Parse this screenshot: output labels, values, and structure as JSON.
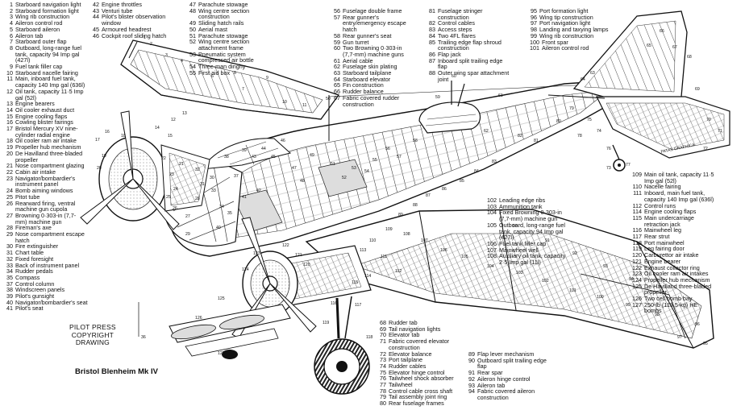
{
  "title": "Bristol Blenheim Mk IV",
  "credit": [
    "PILOT PRESS",
    "COPYRIGHT",
    "DRAWING"
  ],
  "legend_columns": [
    {
      "id": "col1",
      "items": [
        {
          "n": "1",
          "t": "Starboard navigation light"
        },
        {
          "n": "2",
          "t": "Starboard formation light"
        },
        {
          "n": "3",
          "t": "Wing rib construction"
        },
        {
          "n": "4",
          "t": "Aileron control rod"
        },
        {
          "n": "5",
          "t": "Starboard aileron"
        },
        {
          "n": "6",
          "t": "Aileron tab"
        },
        {
          "n": "7",
          "t": "Starboard outer flap"
        },
        {
          "n": "8",
          "t": "Outboard, long-range fuel\ntank, capacity 94 Imp gal\n(427l)"
        },
        {
          "n": "9",
          "t": "Fuel tank filler cap"
        },
        {
          "n": "10",
          "t": "Starboard nacelle fairing"
        },
        {
          "n": "11",
          "t": "Main, inboard fuel tank,\ncapacity 140 Imp gal (636l)"
        },
        {
          "n": "12",
          "t": "Oil tank, capacity 11·5 Imp\ngal (52l)"
        },
        {
          "n": "13",
          "t": "Engine bearers"
        },
        {
          "n": "14",
          "t": "Oil cooler exhaust duct"
        },
        {
          "n": "15",
          "t": "Engine cooling flaps"
        },
        {
          "n": "16",
          "t": "Cowling blister fairings"
        },
        {
          "n": "17",
          "t": "Bristol Mercury XV nine-\ncylinder radial engine"
        },
        {
          "n": "18",
          "t": "Oil cooler ram air intake"
        },
        {
          "n": "19",
          "t": "Propeller hub mechanism"
        },
        {
          "n": "20",
          "t": "De Havilland three-bladed\npropeller"
        },
        {
          "n": "21",
          "t": "Nose compartment glazing"
        },
        {
          "n": "22",
          "t": "Cabin air intake"
        },
        {
          "n": "23",
          "t": "Navigator/bombardier's\ninstrument panel"
        },
        {
          "n": "24",
          "t": "Bomb aiming windows"
        },
        {
          "n": "25",
          "t": "Pitot tube"
        },
        {
          "n": "26",
          "t": "Rearward firing, ventral\nmachine gun cupola"
        },
        {
          "n": "27",
          "t": "Browning 0·303-in (7,7-\nmm) machine gun"
        },
        {
          "n": "28",
          "t": "Fireman's axe"
        },
        {
          "n": "29",
          "t": "Nose compartment escape\nhatch"
        },
        {
          "n": "30",
          "t": "Fire extinguisher"
        },
        {
          "n": "31",
          "t": "Chart table"
        },
        {
          "n": "32",
          "t": "Fixed foresight"
        },
        {
          "n": "33",
          "t": "Back of instrument panel"
        },
        {
          "n": "34",
          "t": "Rudder pedals"
        },
        {
          "n": "35",
          "t": "Compass"
        },
        {
          "n": "37",
          "t": "Control column"
        },
        {
          "n": "38",
          "t": "Windscreen panels"
        },
        {
          "n": "39",
          "t": "Pilot's gunsight"
        },
        {
          "n": "40",
          "t": "Navigator/bombardier's seat"
        },
        {
          "n": "41",
          "t": "Pilot's seat"
        }
      ]
    },
    {
      "id": "col2",
      "items": [
        {
          "n": "42",
          "t": "Engine throttles"
        },
        {
          "n": "43",
          "t": "Venturi tube"
        },
        {
          "n": "44",
          "t": "Pilot's blister observation\nwindow"
        },
        {
          "n": "45",
          "t": "Armoured headrest"
        },
        {
          "n": "46",
          "t": "Cockpit roof sliding hatch"
        }
      ]
    },
    {
      "id": "col3",
      "items": [
        {
          "n": "47",
          "t": "Parachute stowage"
        },
        {
          "n": "48",
          "t": "Wing centre section\nconstruction"
        },
        {
          "n": "49",
          "t": "Sliding hatch rails"
        },
        {
          "n": "50",
          "t": "Aerial mast"
        },
        {
          "n": "51",
          "t": "Parachute stowage"
        },
        {
          "n": "52",
          "t": "Wing centre section\nattachment frame"
        },
        {
          "n": "53",
          "t": "Pneumatic system\ncompressed air bottle"
        },
        {
          "n": "54",
          "t": "Three-man dinghy"
        },
        {
          "n": "55",
          "t": "First aid box"
        }
      ]
    },
    {
      "id": "col4",
      "items": [
        {
          "n": "56",
          "t": "Fuselage double frame"
        },
        {
          "n": "57",
          "t": "Rear gunner's\nentry/emergency escape\nhatch"
        },
        {
          "n": "58",
          "t": "Rear gunner's seat"
        },
        {
          "n": "59",
          "t": "Gun turret"
        },
        {
          "n": "60",
          "t": "Two Browning 0·303-in\n(7,7-mm) machine guns"
        },
        {
          "n": "61",
          "t": "Aerial cable"
        },
        {
          "n": "62",
          "t": "Fuselage skin plating"
        },
        {
          "n": "63",
          "t": "Starboard tailplane"
        },
        {
          "n": "64",
          "t": "Starboard elevator"
        },
        {
          "n": "65",
          "t": "Fin construction"
        },
        {
          "n": "66",
          "t": "Rudder balance"
        },
        {
          "n": "67",
          "t": "Fabric covered rudder\nconstruction"
        }
      ]
    },
    {
      "id": "col5",
      "items": [
        {
          "n": "81",
          "t": "Fuselage stringer\nconstruction"
        },
        {
          "n": "82",
          "t": "Control cables"
        },
        {
          "n": "83",
          "t": "Access steps"
        },
        {
          "n": "84",
          "t": "Two 4FL flares"
        },
        {
          "n": "85",
          "t": "Trailing edge flap shroud\nconstruction"
        },
        {
          "n": "86",
          "t": "Flap jack"
        },
        {
          "n": "87",
          "t": "Inboard split trailing edge\nflap"
        },
        {
          "n": "88",
          "t": "Outer wing spar attachment\njoint"
        }
      ]
    },
    {
      "id": "col6",
      "items": [
        {
          "n": "95",
          "t": "Port formation light"
        },
        {
          "n": "96",
          "t": "Wing tip construction"
        },
        {
          "n": "97",
          "t": "Port navigation light"
        },
        {
          "n": "98",
          "t": "Landing and taxying lamps"
        },
        {
          "n": "99",
          "t": "Wing rib construction"
        },
        {
          "n": "100",
          "t": "Front spar"
        },
        {
          "n": "101",
          "t": "Aileron control rod"
        }
      ]
    },
    {
      "id": "col7",
      "items": [
        {
          "n": "102",
          "t": "Leading edge ribs"
        },
        {
          "n": "103",
          "t": "Ammunition tank"
        },
        {
          "n": "104",
          "t": "Fixed Browning 0·303-in\n(7,7-mm) machine gun"
        },
        {
          "n": "105",
          "t": "Outboard, long-range fuel\ntank, capacity 94 Imp gal\n(427l)"
        },
        {
          "n": "106",
          "t": "Fuel tank filler cap"
        },
        {
          "n": "107",
          "t": "Mainwheel well"
        },
        {
          "n": "108",
          "t": "Auxiliary oil tank, capacity\n2·5 Imp gal (11l)"
        }
      ]
    },
    {
      "id": "col8",
      "items": [
        {
          "n": "109",
          "t": "Main oil tank, capacity 11·5\nImp gal (52l)"
        },
        {
          "n": "110",
          "t": "Nacelle fairing"
        },
        {
          "n": "111",
          "t": "Inboard, main fuel tank,\ncapacity 140 Imp gal (636l)"
        },
        {
          "n": "112",
          "t": "Control runs"
        },
        {
          "n": "114",
          "t": "Engine cooling flaps"
        },
        {
          "n": "115",
          "t": "Main undercarriage\nretraction jack"
        },
        {
          "n": "116",
          "t": "Mainwheel leg"
        },
        {
          "n": "117",
          "t": "Rear strut"
        },
        {
          "n": "118",
          "t": "Port mainwheel"
        },
        {
          "n": "119",
          "t": "Leg fairing door"
        },
        {
          "n": "120",
          "t": "Carburettor air intake"
        },
        {
          "n": "121",
          "t": "Engine bearer"
        },
        {
          "n": "122",
          "t": "Exhaust collector ring"
        },
        {
          "n": "123",
          "t": "Oil cooler ram air intakes"
        },
        {
          "n": "124",
          "t": "Propeller hub mechanism"
        },
        {
          "n": "125",
          "t": "De Havilland three-bladed\npropeller"
        },
        {
          "n": "126",
          "t": "Two cell bomb bay"
        },
        {
          "n": "127",
          "t": "250-lb (113,5-kg) HE\nbombs"
        }
      ]
    },
    {
      "id": "col9",
      "items": [
        {
          "n": "68",
          "t": "Rudder tab"
        },
        {
          "n": "69",
          "t": "Tail navigation lights"
        },
        {
          "n": "70",
          "t": "Elevator tab"
        },
        {
          "n": "71",
          "t": "Fabric covered elevator\nconstruction"
        },
        {
          "n": "72",
          "t": "Elevator balance"
        },
        {
          "n": "73",
          "t": "Port tailplane"
        },
        {
          "n": "74",
          "t": "Rudder cables"
        },
        {
          "n": "75",
          "t": "Elevator hinge control"
        },
        {
          "n": "76",
          "t": "Tailwheel shock absorber"
        },
        {
          "n": "77",
          "t": "Tailwheel"
        },
        {
          "n": "78",
          "t": "Control cable cross shaft"
        },
        {
          "n": "79",
          "t": "Tail assembly joint ring"
        },
        {
          "n": "80",
          "t": "Rear fuselage frames"
        }
      ]
    },
    {
      "id": "col10",
      "items": [
        {
          "n": "89",
          "t": "Flap lever mechanism"
        },
        {
          "n": "90",
          "t": "Outboard split trailing edge\nflap"
        },
        {
          "n": "91",
          "t": "Rear spar"
        },
        {
          "n": "92",
          "t": "Aileron hinge control"
        },
        {
          "n": "93",
          "t": "Aileron tab"
        },
        {
          "n": "94",
          "t": "Fabric covered aileron\nconstruction"
        }
      ]
    }
  ],
  "callouts": [
    "1",
    "2",
    "3",
    "4",
    "6",
    "7",
    "8",
    "9",
    "10",
    "11",
    "12",
    "13",
    "14",
    "15",
    "16",
    "17",
    "18",
    "19",
    "20",
    "21",
    "22",
    "23",
    "24",
    "25",
    "26",
    "27",
    "28",
    "29",
    "30",
    "31",
    "32",
    "33",
    "34",
    "35",
    "36",
    "37",
    "38",
    "39",
    "40",
    "41",
    "42",
    "43",
    "44",
    "45",
    "46",
    "47",
    "48",
    "49",
    "50",
    "51",
    "52",
    "53",
    "54",
    "55",
    "56",
    "57",
    "58",
    "59",
    "60",
    "61",
    "62",
    "63",
    "64",
    "65",
    "66",
    "67",
    "68",
    "69",
    "70",
    "71",
    "72",
    "73",
    "74",
    "75",
    "76",
    "77",
    "78",
    "79",
    "80",
    "81",
    "82",
    "83",
    "84",
    "85",
    "86",
    "87",
    "88",
    "89",
    "90",
    "91",
    "92",
    "93",
    "94",
    "95",
    "96",
    "97",
    "98",
    "99",
    "100",
    "101",
    "102",
    "103",
    "104",
    "105",
    "106",
    "107",
    "108",
    "109",
    "110",
    "111",
    "112",
    "113",
    "114",
    "115",
    "116",
    "117",
    "118",
    "119",
    "120",
    "121",
    "122",
    "123",
    "124",
    "125",
    "126",
    "127"
  ],
  "tail_marking": "PATAS GRAPHICA"
}
